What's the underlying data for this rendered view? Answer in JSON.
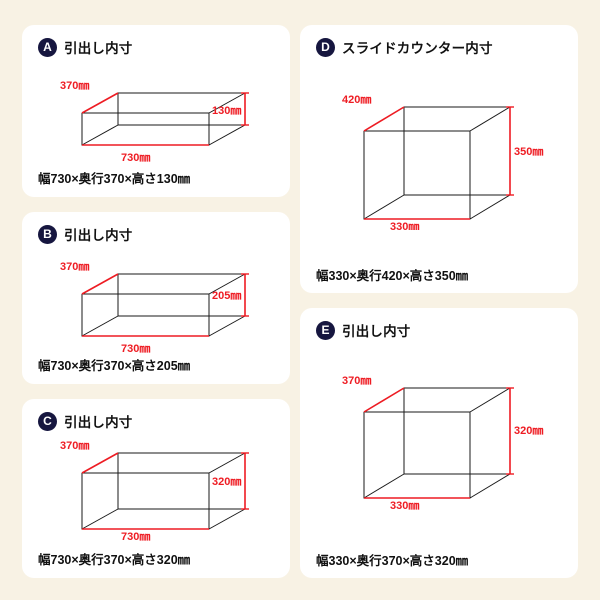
{
  "theme": {
    "background_color": "#f8f2e4",
    "card_color": "#ffffff",
    "badge_color": "#16163f",
    "dimension_color": "#ee1c23",
    "wireframe_color": "#1a1a1a",
    "text_color": "#111111"
  },
  "panels": [
    {
      "badge": "A",
      "title": "引出し内寸",
      "caption": "幅730×奥行370×高さ130㎜",
      "box_kind": "shallow-wide",
      "dimensions": {
        "depth": {
          "value": "370",
          "unit": "㎜",
          "label": "370㎜"
        },
        "width": {
          "value": "730",
          "unit": "㎜",
          "label": "730㎜"
        },
        "height": {
          "value": "130",
          "unit": "㎜",
          "label": "130㎜"
        }
      }
    },
    {
      "badge": "B",
      "title": "引出し内寸",
      "caption": "幅730×奥行370×高さ205㎜",
      "box_kind": "medium-wide",
      "dimensions": {
        "depth": {
          "value": "370",
          "unit": "㎜",
          "label": "370㎜"
        },
        "width": {
          "value": "730",
          "unit": "㎜",
          "label": "730㎜"
        },
        "height": {
          "value": "205",
          "unit": "㎜",
          "label": "205㎜"
        }
      }
    },
    {
      "badge": "C",
      "title": "引出し内寸",
      "caption": "幅730×奥行370×高さ320㎜",
      "box_kind": "tall-wide",
      "dimensions": {
        "depth": {
          "value": "370",
          "unit": "㎜",
          "label": "370㎜"
        },
        "width": {
          "value": "730",
          "unit": "㎜",
          "label": "730㎜"
        },
        "height": {
          "value": "320",
          "unit": "㎜",
          "label": "320㎜"
        }
      }
    },
    {
      "badge": "D",
      "title": "スライドカウンター内寸",
      "caption": "幅330×奥行420×高さ350㎜",
      "box_kind": "cube",
      "dimensions": {
        "depth": {
          "value": "420",
          "unit": "㎜",
          "label": "420㎜"
        },
        "width": {
          "value": "330",
          "unit": "㎜",
          "label": "330㎜"
        },
        "height": {
          "value": "350",
          "unit": "㎜",
          "label": "350㎜"
        }
      }
    },
    {
      "badge": "E",
      "title": "引出し内寸",
      "caption": "幅330×奥行370×高さ320㎜",
      "box_kind": "cube",
      "dimensions": {
        "depth": {
          "value": "370",
          "unit": "㎜",
          "label": "370㎜"
        },
        "width": {
          "value": "330",
          "unit": "㎜",
          "label": "330㎜"
        },
        "height": {
          "value": "320",
          "unit": "㎜",
          "label": "320㎜"
        }
      }
    }
  ]
}
